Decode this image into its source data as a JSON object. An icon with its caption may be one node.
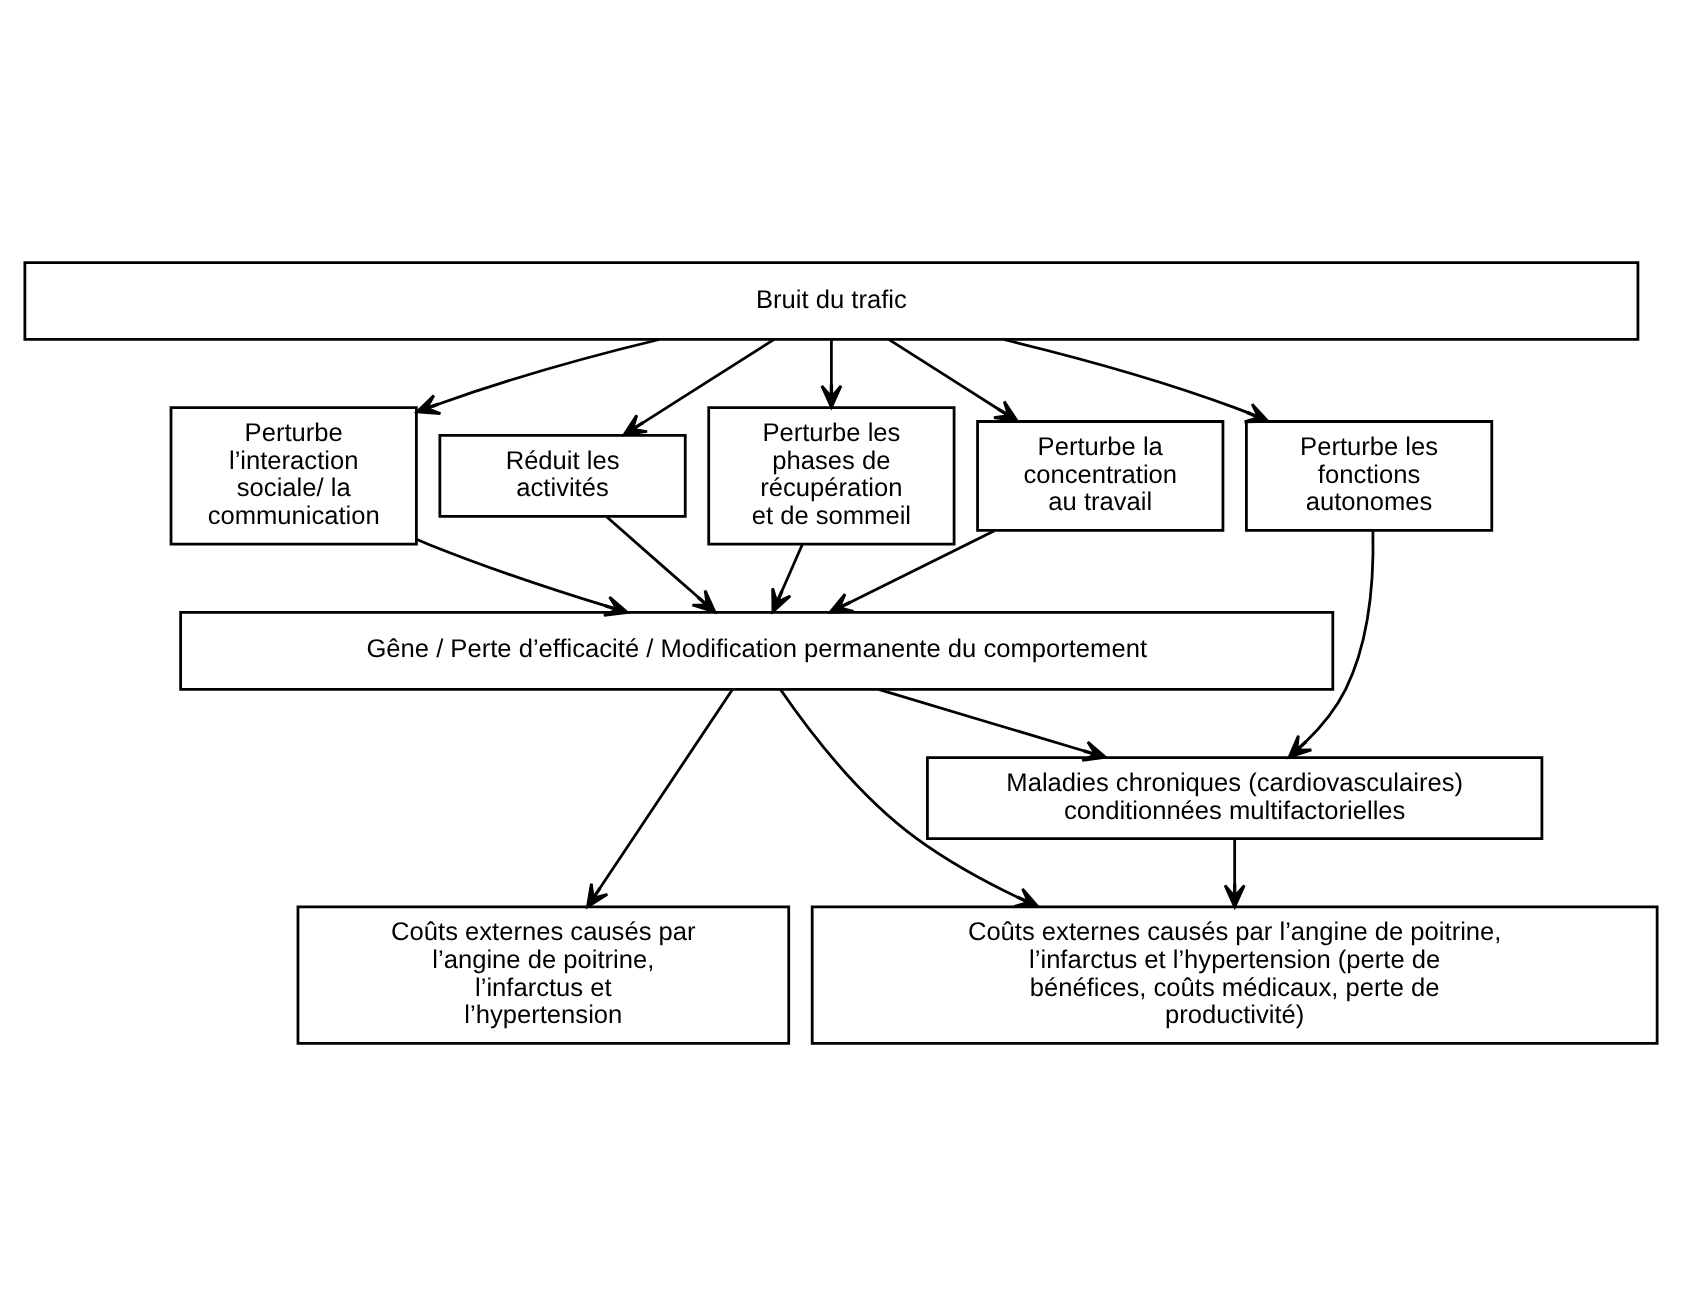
{
  "diagram": {
    "nodes": [
      {
        "text": [
          "Bruit du trafic"
        ]
      },
      {
        "text": [
          "Perturbe la concentration au travail"
        ]
      },
      {
        "text": [
          "Perturbe l’interaction sociale/ la communication"
        ]
      },
      {
        "text": [
          "Réduit les activités"
        ]
      },
      {
        "text": [
          "Perturbe les phases de récupération et de sommeil"
        ]
      },
      {
        "text": [
          "Perturbe les fonctions autonomes"
        ]
      },
      {
        "text": [
          "Gêne / Perte d’efficacité / Modification permanente du comportement"
        ]
      },
      {
        "text": [
          "Maladies chroniques (cardiovasculaires) conditionnées multifactorielles"
        ]
      },
      {
        "text": [
          "Coûts externes causés par l’angine de poitrine, l’infarctus et l’hypertension"
        ]
      },
      {
        "text": [
          "Coûts externes causés par l’angine de poitrine, l’infarctus et l’hypertension (perte de bénéfices, coûts médicaux, perte de productivité)"
        ]
      }
    ],
    "edges": [
      {
        "from": 0,
        "to": 1,
        "arrow": "to"
      },
      {
        "from": 0,
        "to": 2,
        "arrow": "to"
      },
      {
        "from": 0,
        "to": 3,
        "arrow": "to"
      },
      {
        "from": 0,
        "to": 4,
        "arrow": "to"
      },
      {
        "from": 0,
        "to": 5,
        "arrow": "to"
      },
      {
        "from": 1,
        "to": 6,
        "arrow": "to"
      },
      {
        "from": 2,
        "to": 6,
        "arrow": "to"
      },
      {
        "from": 3,
        "to": 6,
        "arrow": "to"
      },
      {
        "from": 4,
        "to": 6,
        "arrow": "to"
      },
      {
        "from": 6,
        "to": 8,
        "arrow": "to"
      },
      {
        "from": 6,
        "to": 9,
        "arrow": "to"
      },
      {
        "from": 6,
        "to": 7,
        "arrow": "to"
      },
      {
        "from": 5,
        "to": 7,
        "arrow": "to"
      },
      {
        "from": 7,
        "to": 9,
        "arrow": "to"
      }
    ]
  }
}
